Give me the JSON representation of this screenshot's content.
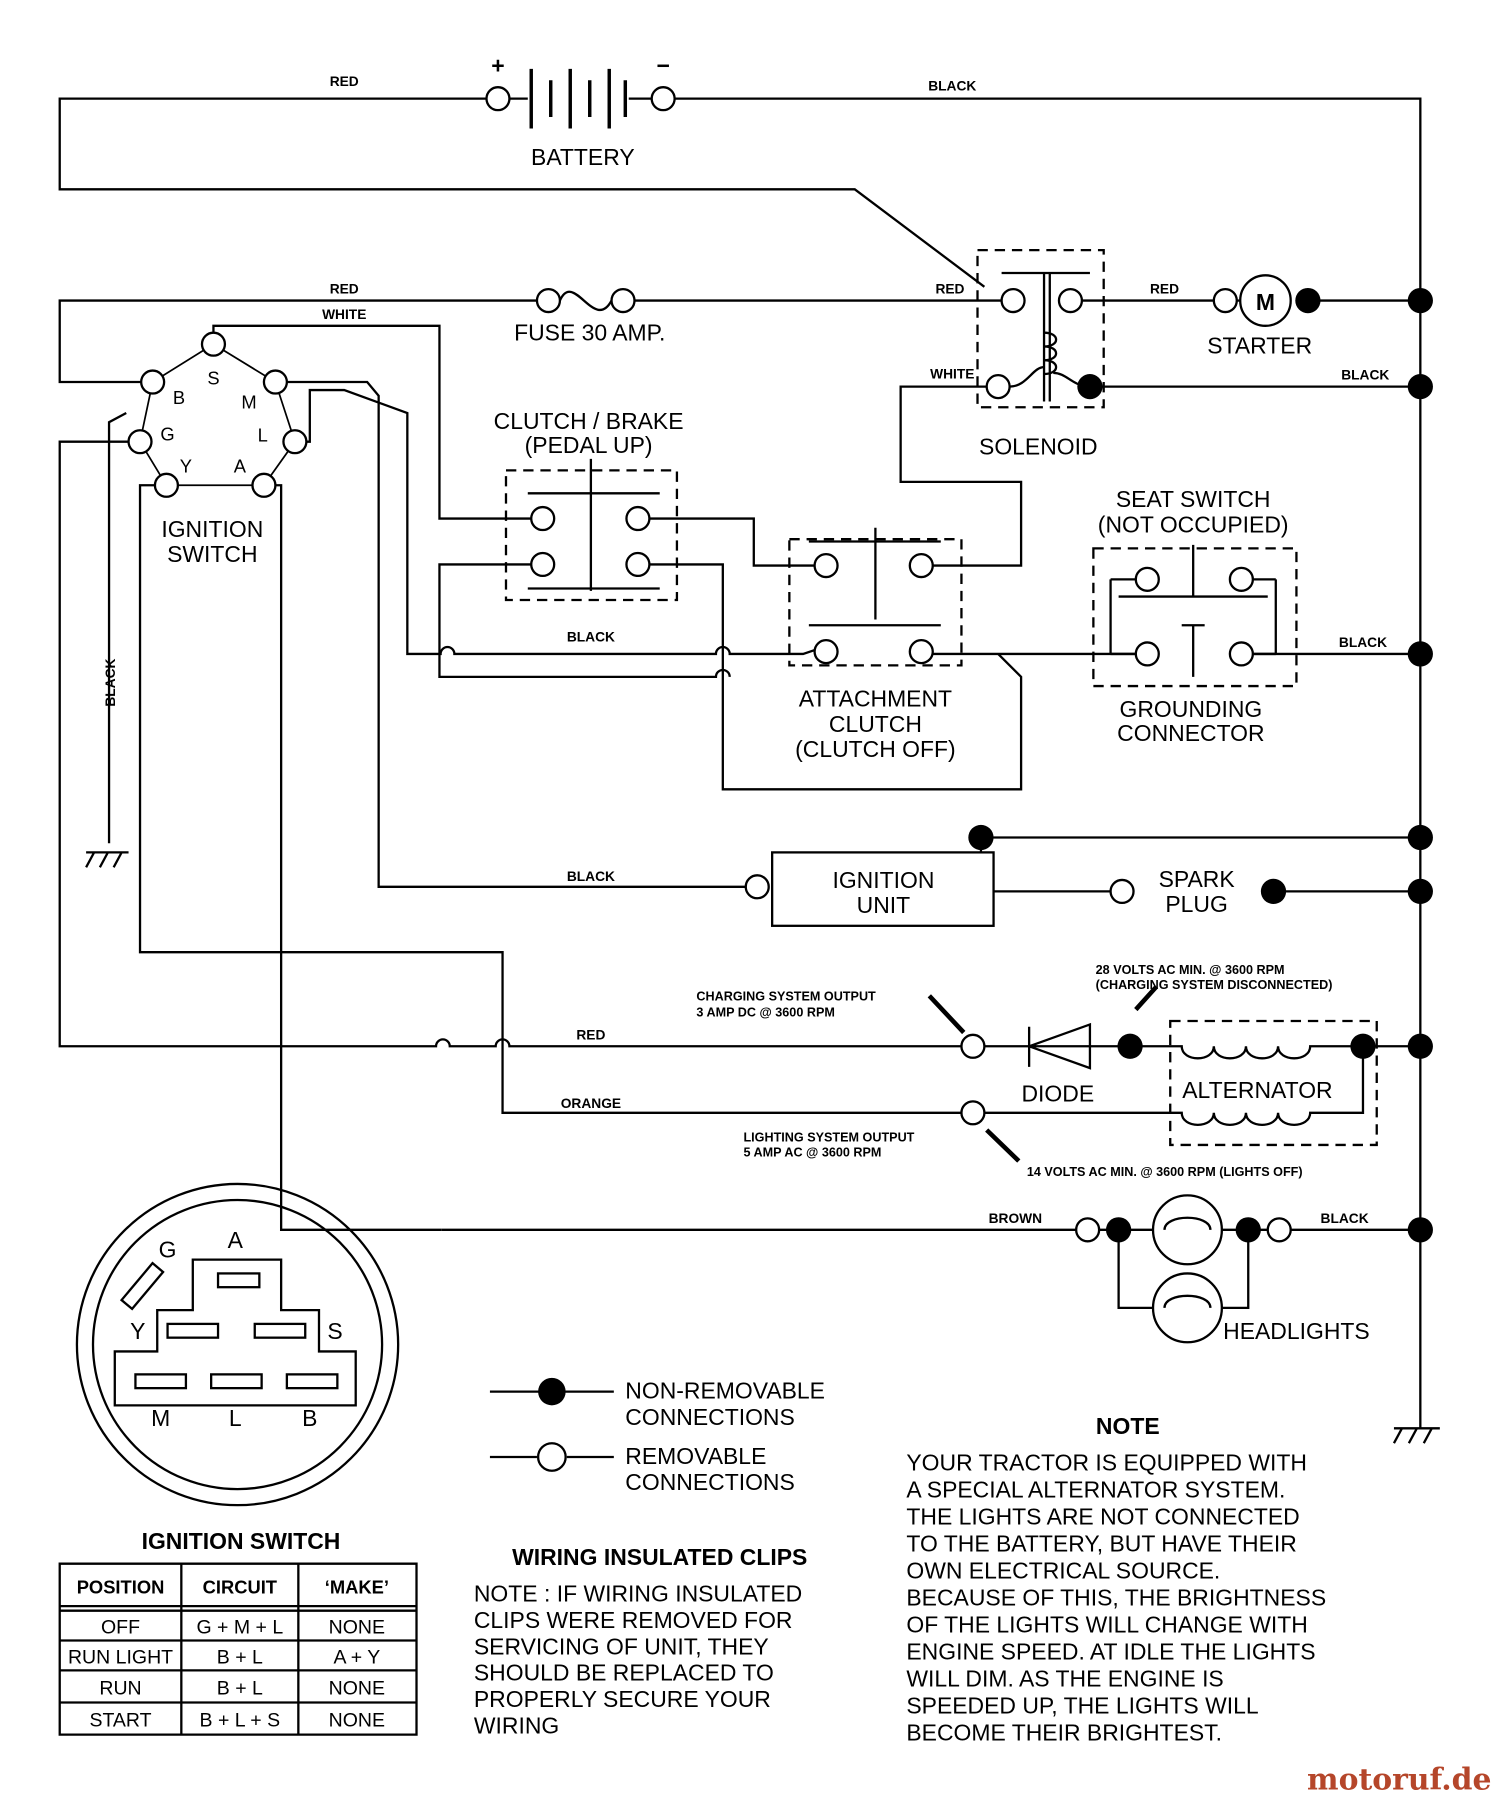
{
  "wires": {
    "battery_pos": "RED",
    "battery_neg": "BLACK",
    "fuse": "RED",
    "white_top": "WHITE",
    "solenoid_in": "RED",
    "solenoid_white": "WHITE",
    "starter": "RED",
    "solenoid_black": "BLACK",
    "clutch_black": "BLACK",
    "seat_black": "BLACK",
    "ignition_black": "BLACK",
    "left_black": "BLACK",
    "charge_red": "RED",
    "orange": "ORANGE",
    "brown": "BROWN",
    "headlight_black": "BLACK"
  },
  "components": {
    "battery": "BATTERY",
    "battery_plus": "+",
    "battery_minus": "−",
    "fuse": "FUSE 30 AMP.",
    "starter": "STARTER",
    "starter_symbol": "M",
    "solenoid": "SOLENOID",
    "ignition_switch": [
      "IGNITION",
      "SWITCH"
    ],
    "switch_terminals": {
      "S": "S",
      "M": "M",
      "L": "L",
      "A": "A",
      "Y": "Y",
      "G": "G",
      "B": "B"
    },
    "clutch_brake": [
      "CLUTCH / BRAKE",
      "(PEDAL UP)"
    ],
    "attachment_clutch": [
      "ATTACHMENT",
      "CLUTCH",
      "(CLUTCH OFF)"
    ],
    "seat_switch": [
      "SEAT SWITCH",
      "(NOT OCCUPIED)"
    ],
    "grounding_connector": [
      "GROUNDING",
      "CONNECTOR"
    ],
    "ignition_unit": [
      "IGNITION",
      "UNIT"
    ],
    "spark_plug": [
      "SPARK",
      "PLUG"
    ],
    "diode": "DIODE",
    "alternator": "ALTERNATOR",
    "headlights": "HEADLIGHTS"
  },
  "annotations": {
    "charging_output": [
      "CHARGING SYSTEM OUTPUT",
      "3 AMP DC @ 3600 RPM"
    ],
    "charging_volts": [
      "28 VOLTS AC MIN. @ 3600 RPM",
      "(CHARGING SYSTEM DISCONNECTED)"
    ],
    "lighting_output": [
      "LIGHTING SYSTEM OUTPUT",
      "5 AMP AC @ 3600 RPM"
    ],
    "lighting_volts": "14 VOLTS AC MIN. @ 3600 RPM (LIGHTS OFF)"
  },
  "switch_face": {
    "A": "A",
    "G": "G",
    "Y": "Y",
    "S": "S",
    "M": "M",
    "L": "L",
    "B": "B"
  },
  "legend": {
    "non_removable": [
      "NON-REMOVABLE",
      "CONNECTIONS"
    ],
    "removable": [
      "REMOVABLE",
      "CONNECTIONS"
    ]
  },
  "ignition_table": {
    "title": "IGNITION SWITCH",
    "headers": [
      "POSITION",
      "CIRCUIT",
      "‘MAKE’"
    ],
    "rows": [
      [
        "OFF",
        "G + M + L",
        "NONE"
      ],
      [
        "RUN LIGHT",
        "B + L",
        "A + Y"
      ],
      [
        "RUN",
        "B + L",
        "NONE"
      ],
      [
        "START",
        "B + L + S",
        "NONE"
      ]
    ]
  },
  "clips_note": {
    "title": "WIRING INSULATED CLIPS",
    "lines": [
      "NOTE : IF WIRING INSULATED",
      "CLIPS WERE REMOVED FOR",
      "SERVICING OF UNIT, THEY",
      "SHOULD BE REPLACED TO",
      "PROPERLY SECURE YOUR",
      "WIRING"
    ]
  },
  "note": {
    "title": "NOTE",
    "lines": [
      "YOUR TRACTOR IS EQUIPPED WITH",
      "A SPECIAL ALTERNATOR SYSTEM.",
      "THE LIGHTS ARE NOT CONNECTED",
      "TO THE BATTERY, BUT HAVE THEIR",
      "OWN ELECTRICAL SOURCE.",
      "BECAUSE OF THIS, THE BRIGHTNESS",
      "OF THE LIGHTS WILL CHANGE WITH",
      "ENGINE SPEED.  AT IDLE THE LIGHTS",
      "WILL DIM.  AS THE ENGINE IS",
      "SPEEDED UP, THE LIGHTS WILL",
      "BECOME THEIR BRIGHTEST."
    ]
  },
  "watermark": "motoruf.de"
}
